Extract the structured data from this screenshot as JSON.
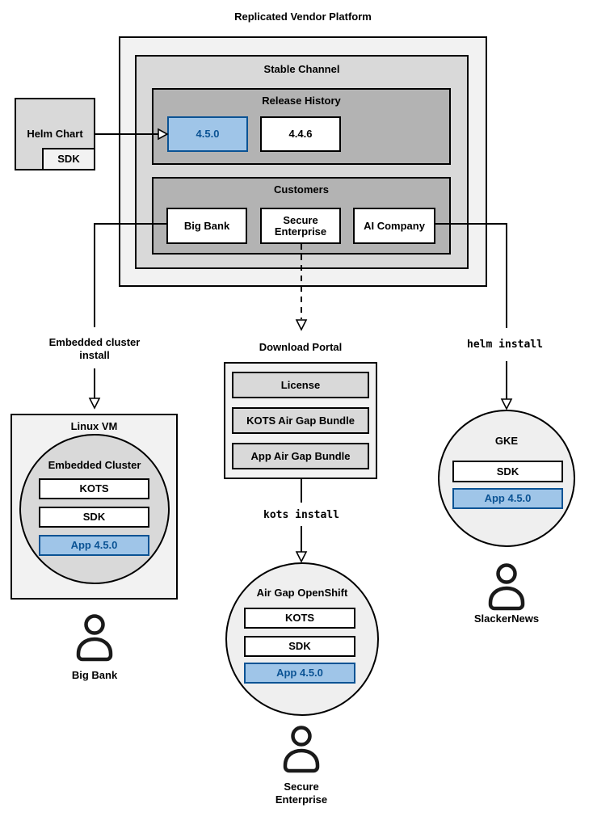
{
  "title": "Replicated Vendor Platform",
  "colors": {
    "outer_fill": "#f2f2f2",
    "mid_fill": "#d9d9d9",
    "dark_fill": "#b3b3b3",
    "circle_fill": "#efefef",
    "highlight_fill": "#9fc5e8",
    "highlight_border": "#0b5394",
    "highlight_text": "#0b5394"
  },
  "platform": {
    "stable_channel": {
      "label": "Stable Channel"
    },
    "release_history": {
      "label": "Release History",
      "releases": [
        {
          "label": "4.5.0",
          "highlight": true
        },
        {
          "label": "4.4.6",
          "highlight": false
        }
      ]
    },
    "customers": {
      "label": "Customers",
      "items": [
        {
          "label": "Big Bank"
        },
        {
          "label": "Secure Enterprise"
        },
        {
          "label": "AI Company"
        }
      ]
    }
  },
  "helm_chart": {
    "label": "Helm Chart",
    "sdk": "SDK"
  },
  "left_flow": {
    "install_label": "Embedded cluster\ninstall",
    "vm_label": "Linux VM",
    "cluster_label": "Embedded Cluster",
    "components": [
      {
        "label": "KOTS",
        "highlight": false
      },
      {
        "label": "SDK",
        "highlight": false
      },
      {
        "label": "App 4.5.0",
        "highlight": true
      }
    ],
    "user": "Big Bank"
  },
  "middle_flow": {
    "portal_label": "Download Portal",
    "portal_items": [
      {
        "label": "License"
      },
      {
        "label": "KOTS Air Gap Bundle"
      },
      {
        "label": "App Air Gap Bundle"
      }
    ],
    "install_label": "kots install",
    "cluster_label": "Air Gap OpenShift",
    "components": [
      {
        "label": "KOTS",
        "highlight": false
      },
      {
        "label": "SDK",
        "highlight": false
      },
      {
        "label": "App 4.5.0",
        "highlight": true
      }
    ],
    "user": "Secure\nEnterprise"
  },
  "right_flow": {
    "install_label": "helm install",
    "cluster_label": "GKE",
    "components": [
      {
        "label": "SDK",
        "highlight": false
      },
      {
        "label": "App 4.5.0",
        "highlight": true
      }
    ],
    "user": "SlackerNews"
  }
}
